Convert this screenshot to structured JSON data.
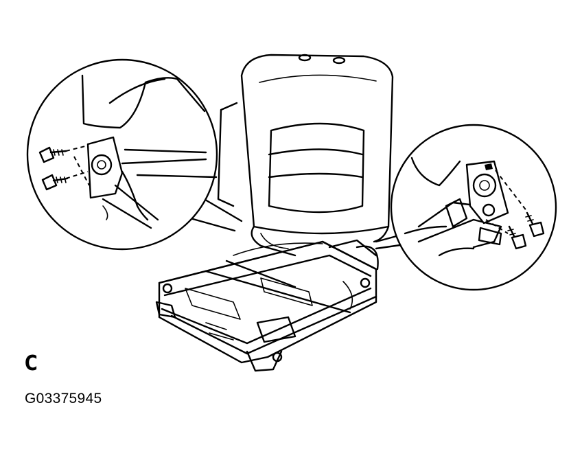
{
  "figure": {
    "view_label": "C",
    "figure_code": "G03375945",
    "parts": {
      "seat_back": "seat-back-cushion",
      "seat_frame": "seat-track-frame",
      "left_detail": "left-recliner-detail-callout",
      "right_detail": "right-recliner-detail-callout",
      "bolts": "mounting-bolt"
    }
  }
}
